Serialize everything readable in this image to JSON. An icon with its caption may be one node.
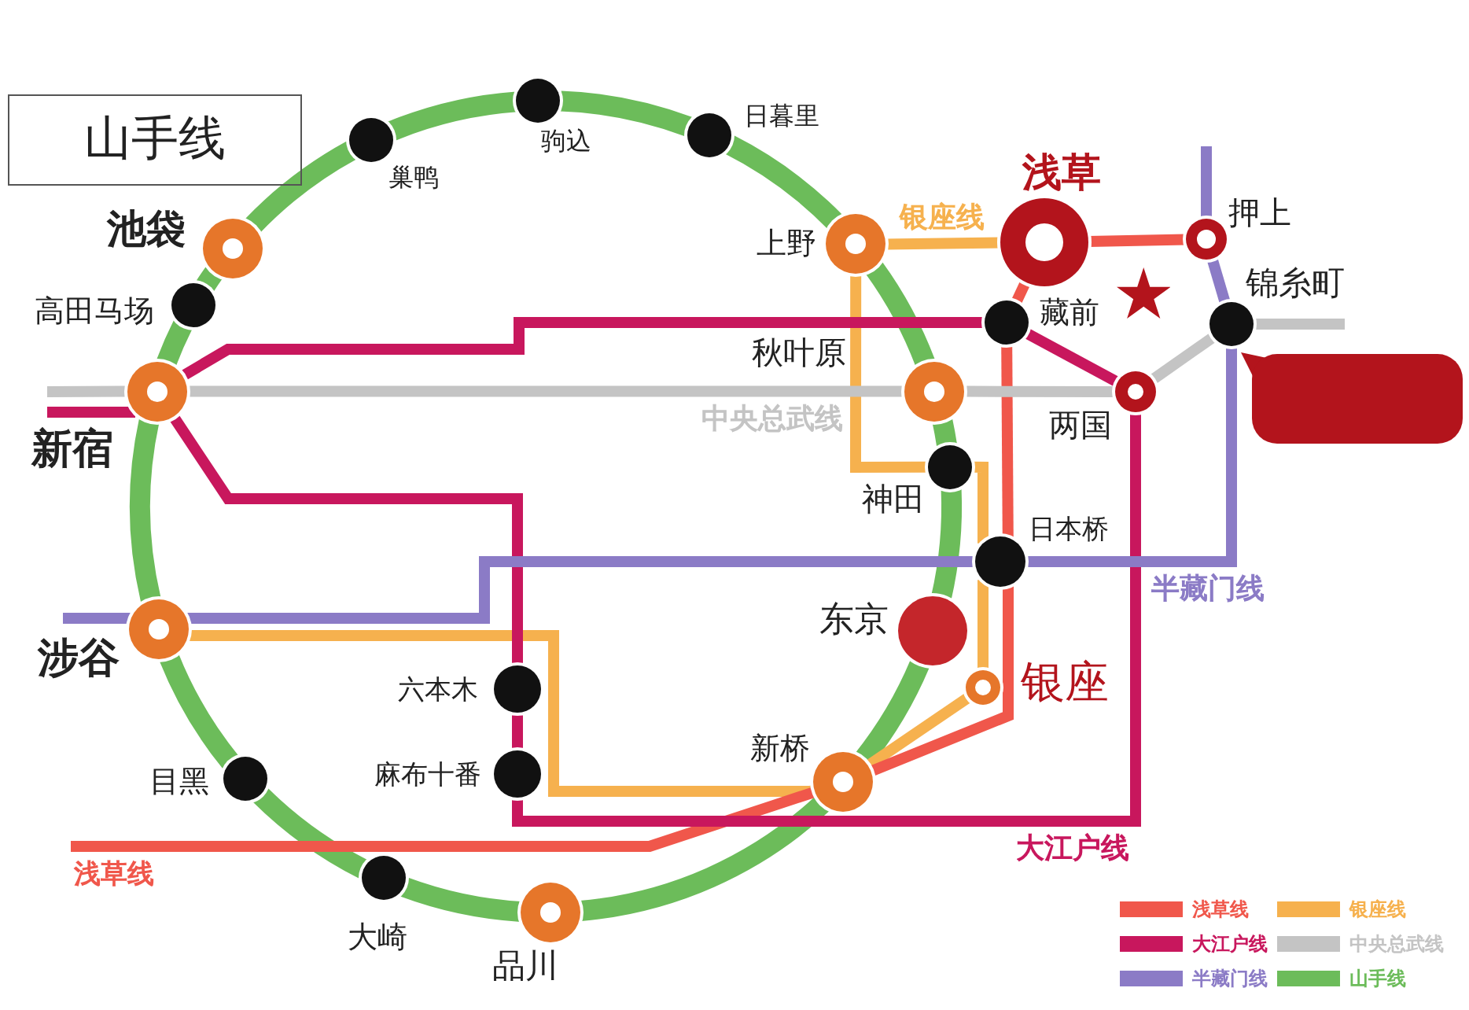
{
  "diagram": {
    "title": "山手线",
    "nodes": [
      {
        "text": [],
        "shape": "circle",
        "beside": [
          "驹込"
        ]
      },
      {
        "text": [],
        "shape": "circle",
        "beside": [
          "日暮里"
        ]
      },
      {
        "text": [],
        "shape": "circle",
        "beside": [
          "巢鸭"
        ]
      },
      {
        "text": [],
        "shape": "circle",
        "beside": [
          "押上"
        ]
      },
      {
        "text": [],
        "shape": "circle",
        "beside": [
          "浅草"
        ]
      },
      {
        "text": [],
        "shape": "circle",
        "beside": [
          "池袋"
        ]
      },
      {
        "text": [],
        "shape": "circle",
        "beside": [
          "上野"
        ]
      },
      {
        "text": [],
        "shape": "circle",
        "beside": [
          "锦糸町"
        ]
      },
      {
        "text": [],
        "shape": "circle",
        "beside": [
          "高田马场"
        ]
      },
      {
        "text": [],
        "shape": "circle",
        "beside": [
          "藏前"
        ]
      },
      {
        "text": [],
        "shape": "circle",
        "beside": [
          "两国"
        ]
      },
      {
        "text": [],
        "shape": "circle",
        "beside": [
          "秋叶原"
        ]
      },
      {
        "text": [],
        "shape": "circle",
        "beside": [
          "新宿"
        ]
      },
      {
        "text": [],
        "shape": "box"
      },
      {
        "text": [],
        "shape": "circle",
        "beside": [
          "神田"
        ]
      },
      {
        "text": [],
        "shape": "circle",
        "beside": [
          "日本桥"
        ]
      },
      {
        "text": [],
        "shape": "circle",
        "beside": [
          "涉谷"
        ]
      },
      {
        "text": [],
        "shape": "circle",
        "beside": [
          "东京"
        ]
      },
      {
        "text": [],
        "shape": "circle",
        "beside": [
          "六本木"
        ]
      },
      {
        "text": [],
        "shape": "circle",
        "beside": [
          "银座"
        ]
      },
      {
        "text": [],
        "shape": "circle",
        "beside": [
          "麻布十番"
        ]
      },
      {
        "text": [],
        "shape": "circle",
        "beside": [
          "目黑"
        ]
      },
      {
        "text": [],
        "shape": "circle",
        "beside": [
          "新桥"
        ]
      },
      {
        "text": [],
        "shape": "circle",
        "beside": [
          "大崎"
        ]
      },
      {
        "text": [],
        "shape": "circle",
        "beside": [
          "品川"
        ]
      },
      {
        "text": [],
        "shape": "star"
      }
    ],
    "edges": [
      {
        "from": 0,
        "to": 1,
        "arrow": "none",
        "style": "thick"
      },
      {
        "from": 1,
        "to": 6,
        "arrow": "none",
        "style": "thick"
      },
      {
        "from": 6,
        "to": 11,
        "arrow": "none",
        "style": "thick"
      },
      {
        "from": 11,
        "to": 14,
        "arrow": "none",
        "style": "thick"
      },
      {
        "from": 14,
        "to": 17,
        "arrow": "none",
        "style": "thick"
      },
      {
        "from": 17,
        "to": 22,
        "arrow": "none",
        "style": "thick"
      },
      {
        "from": 22,
        "to": 24,
        "arrow": "none",
        "style": "thick"
      },
      {
        "from": 24,
        "to": 23,
        "arrow": "none",
        "style": "thick"
      },
      {
        "from": 23,
        "to": 21,
        "arrow": "none",
        "style": "thick"
      },
      {
        "from": 21,
        "to": 16,
        "arrow": "none",
        "style": "thick"
      },
      {
        "from": 16,
        "to": 12,
        "arrow": "none",
        "style": "thick"
      },
      {
        "from": 12,
        "to": 8,
        "arrow": "none",
        "style": "thick"
      },
      {
        "from": 8,
        "to": 5,
        "arrow": "none",
        "style": "thick"
      },
      {
        "from": 5,
        "to": 2,
        "arrow": "none",
        "style": "thick"
      },
      {
        "from": 2,
        "to": 0,
        "arrow": "none",
        "style": "thick"
      },
      {
        "from": 4,
        "to": 6,
        "arrow": "none",
        "label": "银座线",
        "color": "#f6b14e"
      },
      {
        "from": 6,
        "to": 14,
        "arrow": "none",
        "color": "#f6b14e"
      },
      {
        "from": 14,
        "to": 15,
        "arrow": "none",
        "color": "#f6b14e"
      },
      {
        "from": 15,
        "to": 19,
        "arrow": "none",
        "color": "#f6b14e"
      },
      {
        "from": 19,
        "to": 22,
        "arrow": "none",
        "color": "#f6b14e"
      },
      {
        "from": 22,
        "to": 16,
        "arrow": "none",
        "color": "#f6b14e"
      },
      {
        "from": null,
        "to": 22,
        "arrow": "none",
        "label": "浅草线",
        "color": "#f0574b"
      },
      {
        "from": 22,
        "to": 15,
        "arrow": "none",
        "color": "#f0574b"
      },
      {
        "from": 15,
        "to": 9,
        "arrow": "none",
        "color": "#f0574b"
      },
      {
        "from": 9,
        "to": 4,
        "arrow": "none",
        "color": "#f0574b"
      },
      {
        "from": 4,
        "to": 3,
        "arrow": "none",
        "color": "#f0574b"
      },
      {
        "from": null,
        "to": 12,
        "arrow": "none",
        "color": "#c8175d"
      },
      {
        "from": 12,
        "to": 9,
        "arrow": "none",
        "color": "#c8175d"
      },
      {
        "from": 9,
        "to": 10,
        "arrow": "none",
        "color": "#c8175d"
      },
      {
        "from": 10,
        "to": 20,
        "arrow": "none",
        "label": "大江户线",
        "color": "#c8175d"
      },
      {
        "from": 20,
        "to": 18,
        "arrow": "none",
        "color": "#c8175d"
      },
      {
        "from": 18,
        "to": 12,
        "arrow": "none",
        "color": "#c8175d"
      },
      {
        "from": null,
        "to": 12,
        "arrow": "none",
        "color": "#c4c4c4"
      },
      {
        "from": 12,
        "to": 11,
        "arrow": "none",
        "label": "中央总武线",
        "color": "#c4c4c4"
      },
      {
        "from": 11,
        "to": 10,
        "arrow": "none",
        "color": "#c4c4c4"
      },
      {
        "from": 10,
        "to": 7,
        "arrow": "none",
        "color": "#c4c4c4"
      },
      {
        "from": 7,
        "to": null,
        "arrow": "none",
        "color": "#c4c4c4"
      },
      {
        "from": null,
        "to": 3,
        "arrow": "none",
        "color": "#8b7bc6"
      },
      {
        "from": 3,
        "to": 7,
        "arrow": "none",
        "color": "#8b7bc6"
      },
      {
        "from": 7,
        "to": 15,
        "arrow": "none",
        "label": "半藏门线",
        "color": "#8b7bc6"
      },
      {
        "from": 15,
        "to": 16,
        "arrow": "none",
        "color": "#8b7bc6"
      },
      {
        "from": 16,
        "to": null,
        "arrow": "none",
        "color": "#8b7bc6"
      }
    ],
    "legend": [
      {
        "text": "浅草线",
        "color": "#f0574b"
      },
      {
        "text": "银座线",
        "color": "#f6b14e"
      },
      {
        "text": "大江户线",
        "color": "#c8175d"
      },
      {
        "text": "中央总武线",
        "color": "#c4c4c4"
      },
      {
        "text": "半藏门线",
        "color": "#8b7bc6"
      },
      {
        "text": "山手线",
        "color": "#6cbc5a"
      }
    ]
  }
}
